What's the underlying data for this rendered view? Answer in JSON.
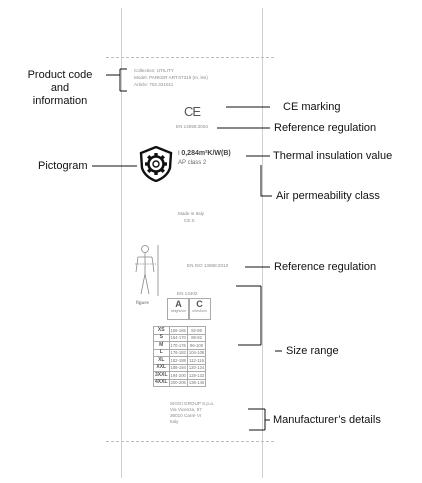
{
  "callouts": {
    "product_code": [
      "Product code",
      "and",
      "information"
    ],
    "pictogram": "Pictogram",
    "ce_marking": "CE marking",
    "reference_regulation_top": "Reference regulation",
    "thermal_insulation": "Thermal insulation value",
    "air_permeability": "Air permeability class",
    "reference_regulation_mid": "Reference regulation",
    "size_range": "Size range",
    "manufacturer": "Manufacturer’s details"
  },
  "tag": {
    "product_lines": [
      "Collection: UTILITY",
      "Model: PARKER ART.07319 (In. les)",
      "Article: 702.331011"
    ],
    "ce_mark": "CE",
    "regulation_top": "EN 14058:2004",
    "thermal_prefix": "I",
    "thermal_value": "0,284m²K/W(B)",
    "air_permeability": "AP class 2",
    "care_lines": [
      "Made in Italy",
      "CE X"
    ],
    "figure_note": "figure",
    "regulation_mid": "EN ISO 13688:2013",
    "size_caption": "EN 13402",
    "size_headers": [
      "A",
      "C"
    ],
    "size_subheaders": [
      "height/cm",
      "chest/cm"
    ],
    "sizes": [
      {
        "size": "XS",
        "a": "156-165",
        "c": "82-86"
      },
      {
        "size": "S",
        "a": "164-170",
        "c": "88-92"
      },
      {
        "size": "M",
        "a": "170-176",
        "c": "96-100"
      },
      {
        "size": "L",
        "a": "176-182",
        "c": "104-108"
      },
      {
        "size": "XL",
        "a": "182-188",
        "c": "112-116"
      },
      {
        "size": "XXL",
        "a": "188-194",
        "c": "120-124"
      },
      {
        "size": "3XXL",
        "a": "194-200",
        "c": "128-132"
      },
      {
        "size": "4XXL",
        "a": "200-206",
        "c": "136-140"
      }
    ],
    "manufacturer_lines": [
      "SIGGI GROUP S.p.a.",
      "Via Vicenza, 67",
      "36010 Carrè VI",
      "Italy"
    ]
  }
}
